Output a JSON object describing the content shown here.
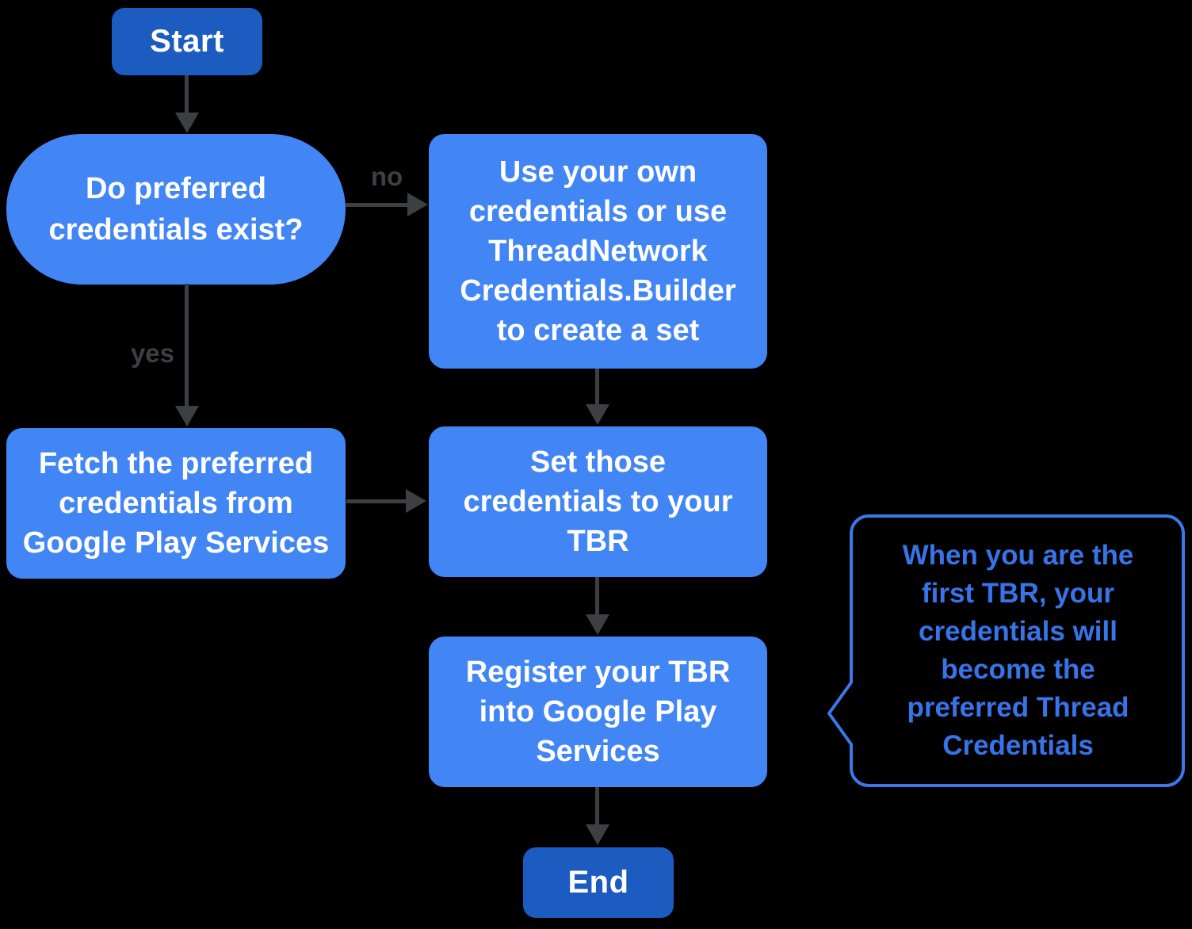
{
  "colors": {
    "background": "#000000",
    "process_fill": "#4285f4",
    "terminal_fill": "#1c5bbf",
    "node_text": "#ffffff",
    "arrow": "#3c4043",
    "edge_label_text": "#3c4043",
    "callout_border": "#3b78e8",
    "callout_text": "#3873e8"
  },
  "nodes": {
    "start": {
      "label": "Start"
    },
    "decision": {
      "label": "Do preferred\ncredentials exist?"
    },
    "use_own": {
      "label": "Use your own\ncredentials or use\nThreadNetwork\nCredentials.Builder\nto create a set"
    },
    "fetch": {
      "label": "Fetch the preferred\ncredentials from\nGoogle Play Services"
    },
    "set_tbr": {
      "label": "Set those\ncredentials to your\nTBR"
    },
    "register": {
      "label": "Register your TBR\ninto Google Play\nServices"
    },
    "end": {
      "label": "End"
    }
  },
  "edges": {
    "no_label": "no",
    "yes_label": "yes"
  },
  "callout": {
    "text": "When you are the\nfirst TBR, your\ncredentials will\nbecome the\npreferred Thread\nCredentials"
  }
}
